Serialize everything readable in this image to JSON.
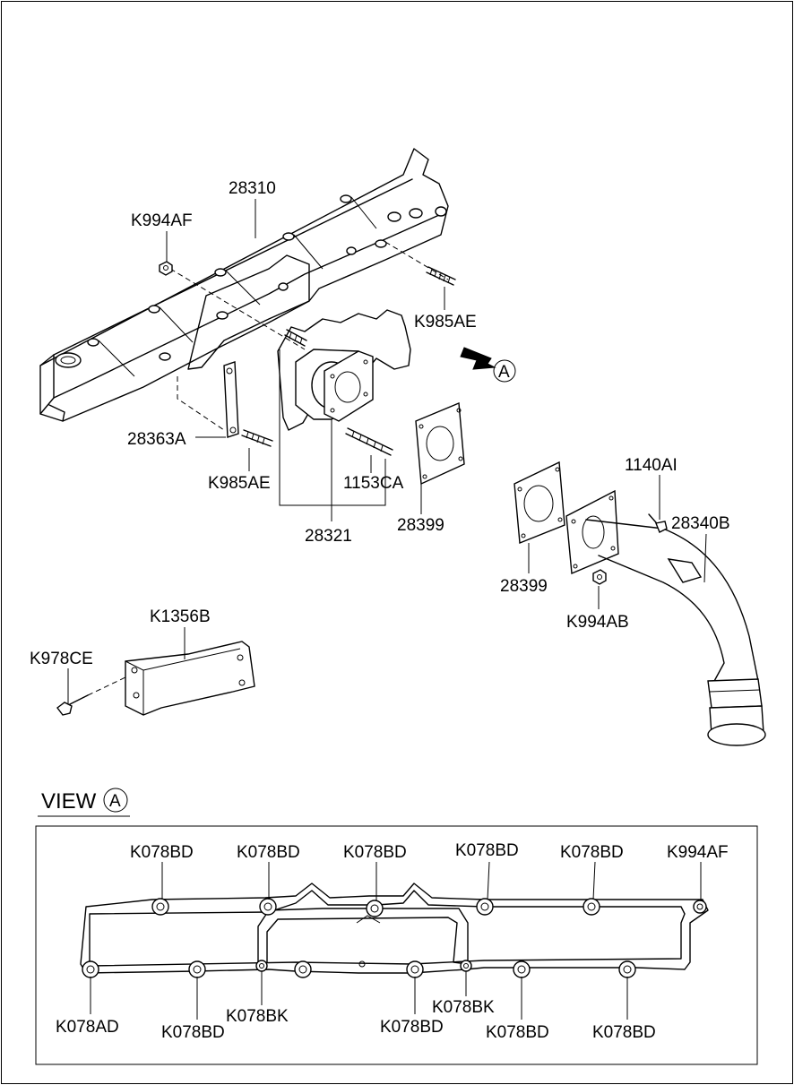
{
  "parts": {
    "p28310": "28310",
    "k994af_top": "K994AF",
    "k985ae_right": "K985AE",
    "view_marker": "A",
    "p28363a": "28363A",
    "k985ae_left": "K985AE",
    "p1153ca": "1153CA",
    "p28321": "28321",
    "p28399_a": "28399",
    "p1140ai": "1140AI",
    "p28340b": "28340B",
    "p28399_b": "28399",
    "k994ab": "K994AB",
    "k1356b": "K1356B",
    "k978ce": "K978CE"
  },
  "view": {
    "title": "VIEW",
    "marker": "A",
    "top_labels": [
      "K078BD",
      "K078BD",
      "K078BD",
      "K078BD",
      "K078BD",
      "K994AF"
    ],
    "bottom_labels": [
      "K078AD",
      "K078BD",
      "K078BK",
      "K078BD",
      "K078BK",
      "K078BD",
      "K078BD"
    ]
  }
}
